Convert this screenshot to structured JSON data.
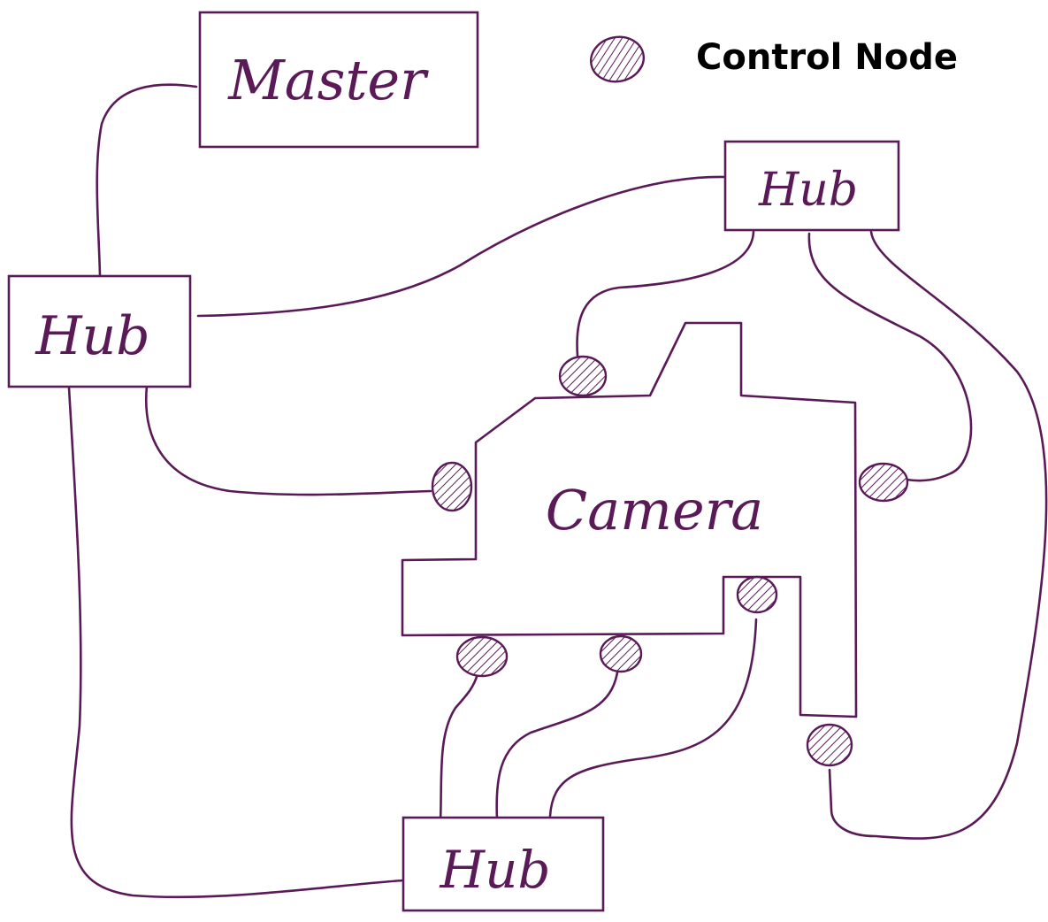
{
  "colors": {
    "ink": "#5a1a58",
    "legend_text": "#000000",
    "background": "#ffffff"
  },
  "legend": {
    "label": "Control Node",
    "icon": "hatched-circle-icon"
  },
  "boxes": {
    "master": "Master",
    "hub_left": "Hub",
    "hub_top_right": "Hub",
    "hub_bottom": "Hub",
    "camera": "Camera"
  }
}
